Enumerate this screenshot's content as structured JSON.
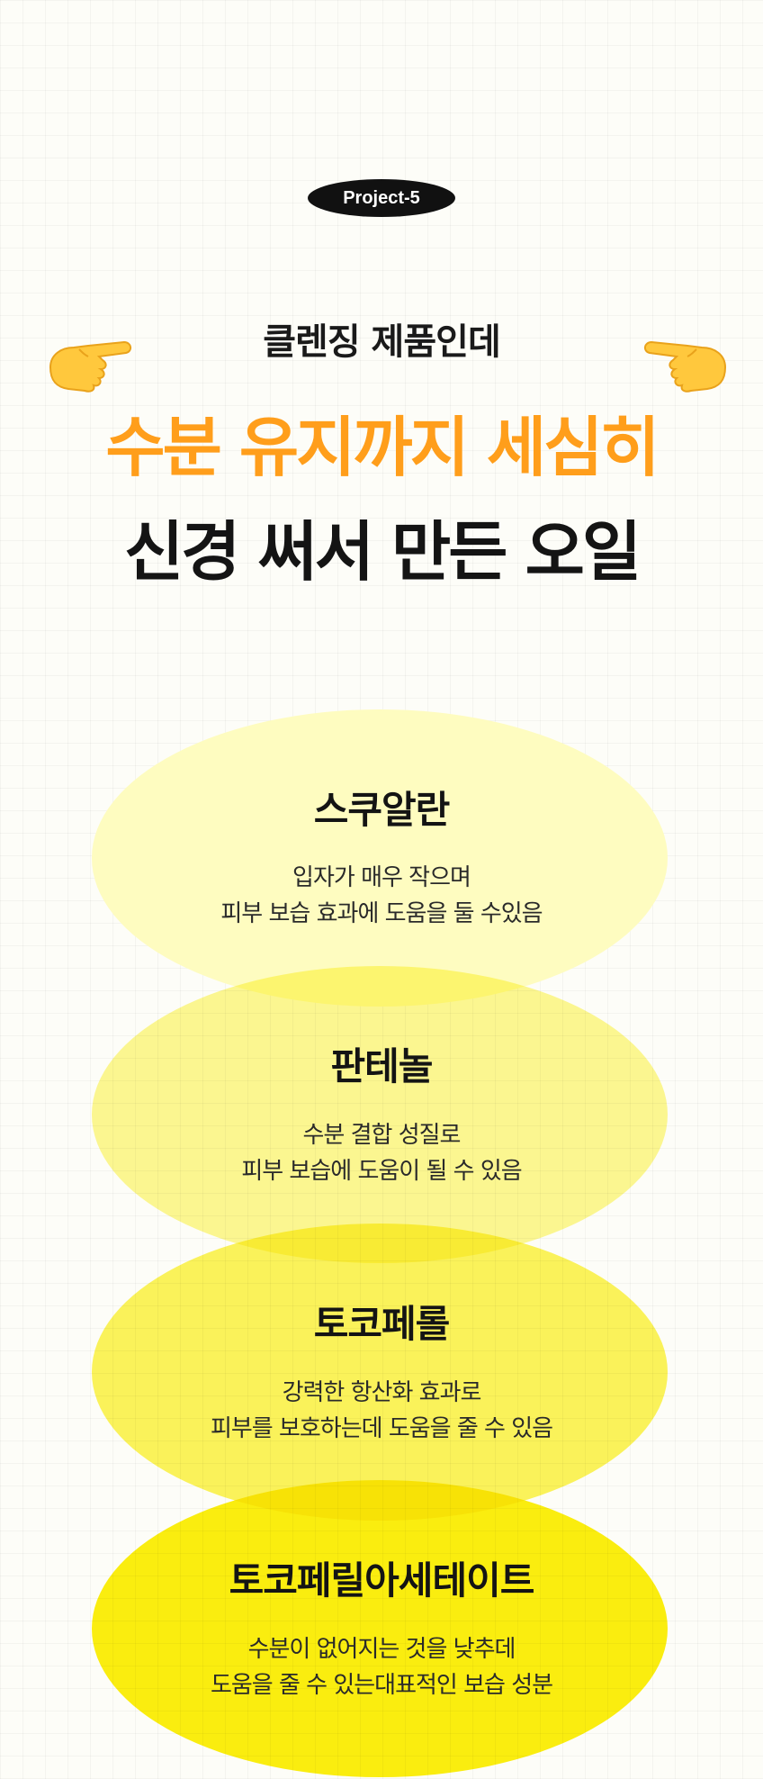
{
  "badge": "Project-5",
  "header": {
    "subtitle": "클렌징 제품인데",
    "headline_line1": "수분 유지까지 세심히",
    "headline_line2": "신경 써서 만든 오일"
  },
  "icons": {
    "left_hand": "pointing-right-hand-icon",
    "right_hand": "pointing-left-hand-icon"
  },
  "colors": {
    "accent_orange": "#ff9e1b",
    "bubble_1": "#fefcc0",
    "bubble_2": "#fdf894",
    "bubble_3": "#fcf45c",
    "bubble_4": "#fcef0f"
  },
  "ingredients": [
    {
      "name": "스쿠알란",
      "line1": "입자가 매우 작으며",
      "line2": "피부 보습 효과에 도움을 둘 수있음"
    },
    {
      "name": "판테놀",
      "line1": "수분 결합 성질로",
      "line2": "피부 보습에 도움이 될 수 있음"
    },
    {
      "name": "토코페롤",
      "line1": "강력한 항산화 효과로",
      "line2": "피부를 보호하는데 도움을 줄 수 있음"
    },
    {
      "name": "토코페릴아세테이트",
      "line1": "수분이 없어지는 것을 낮추데",
      "line2": "도움을 줄 수 있는대표적인 보습 성분"
    }
  ]
}
